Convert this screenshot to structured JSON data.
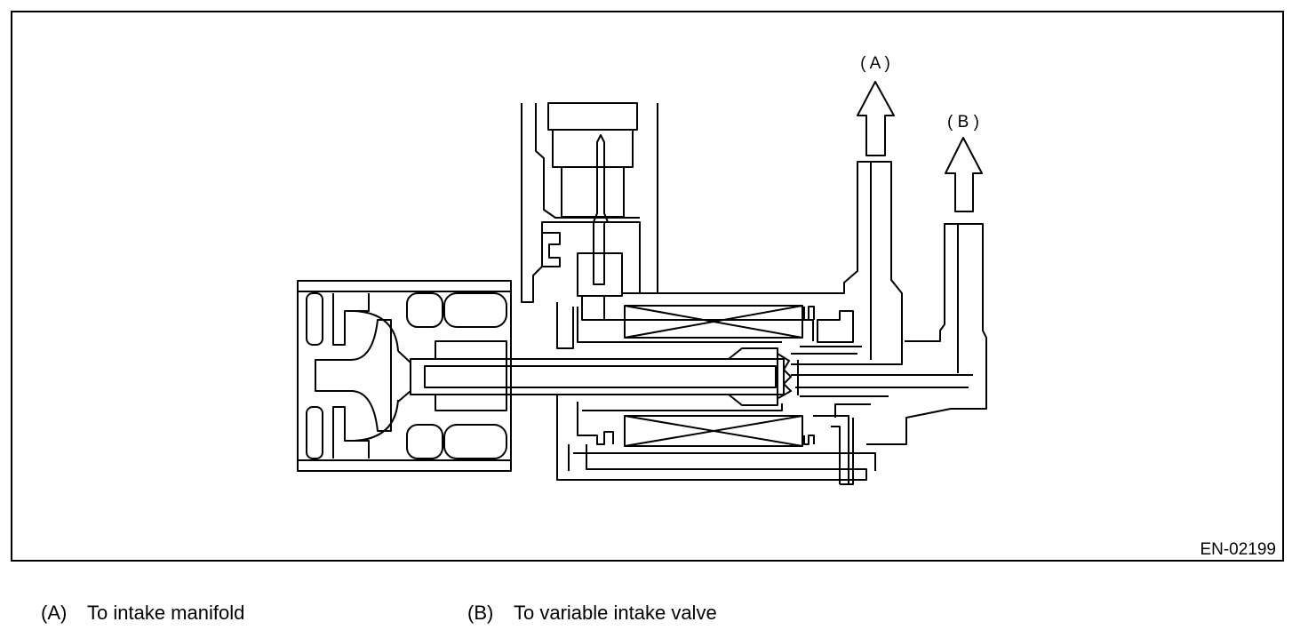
{
  "figure_id": "EN-02199",
  "callouts": {
    "a": "( A )",
    "b": "( B )"
  },
  "legend": [
    {
      "key": "(A)",
      "text": "To intake manifold"
    },
    {
      "key": "(B)",
      "text": "To variable intake valve"
    }
  ],
  "colors": {
    "line": "#000000",
    "background": "#ffffff"
  }
}
